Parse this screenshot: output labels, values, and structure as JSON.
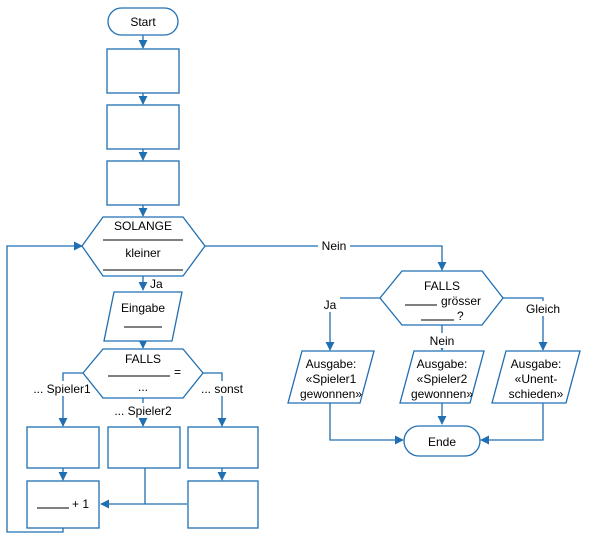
{
  "colors": {
    "stroke": "#1f6fb2",
    "fill": "#ffffff",
    "text": "#000000"
  },
  "nodes": {
    "start": "Start",
    "loop_title": "SOLANGE",
    "loop_word": "kleiner",
    "input_title": "Eingabe",
    "inner_if_title": "FALLS",
    "inner_if_eq": "=",
    "inner_if_dots": "...",
    "plus_one": "+ 1",
    "outer_if_title": "FALLS",
    "outer_if_word": "grösser",
    "outer_if_q": "?",
    "out1": [
      "Ausgabe:",
      "«Spieler1",
      "gewonnen»"
    ],
    "out2": [
      "Ausgabe:",
      "«Spieler2",
      "gewonnen»"
    ],
    "out3": [
      "Ausgabe:",
      "«Unent-",
      "schieden»"
    ],
    "end": "Ende"
  },
  "edges": {
    "nein": "Nein",
    "ja": "Ja",
    "spieler1": "... Spieler1",
    "spieler2": "... Spieler2",
    "sonst": "... sonst",
    "ja2": "Ja",
    "nein2": "Nein",
    "gleich": "Gleich"
  }
}
